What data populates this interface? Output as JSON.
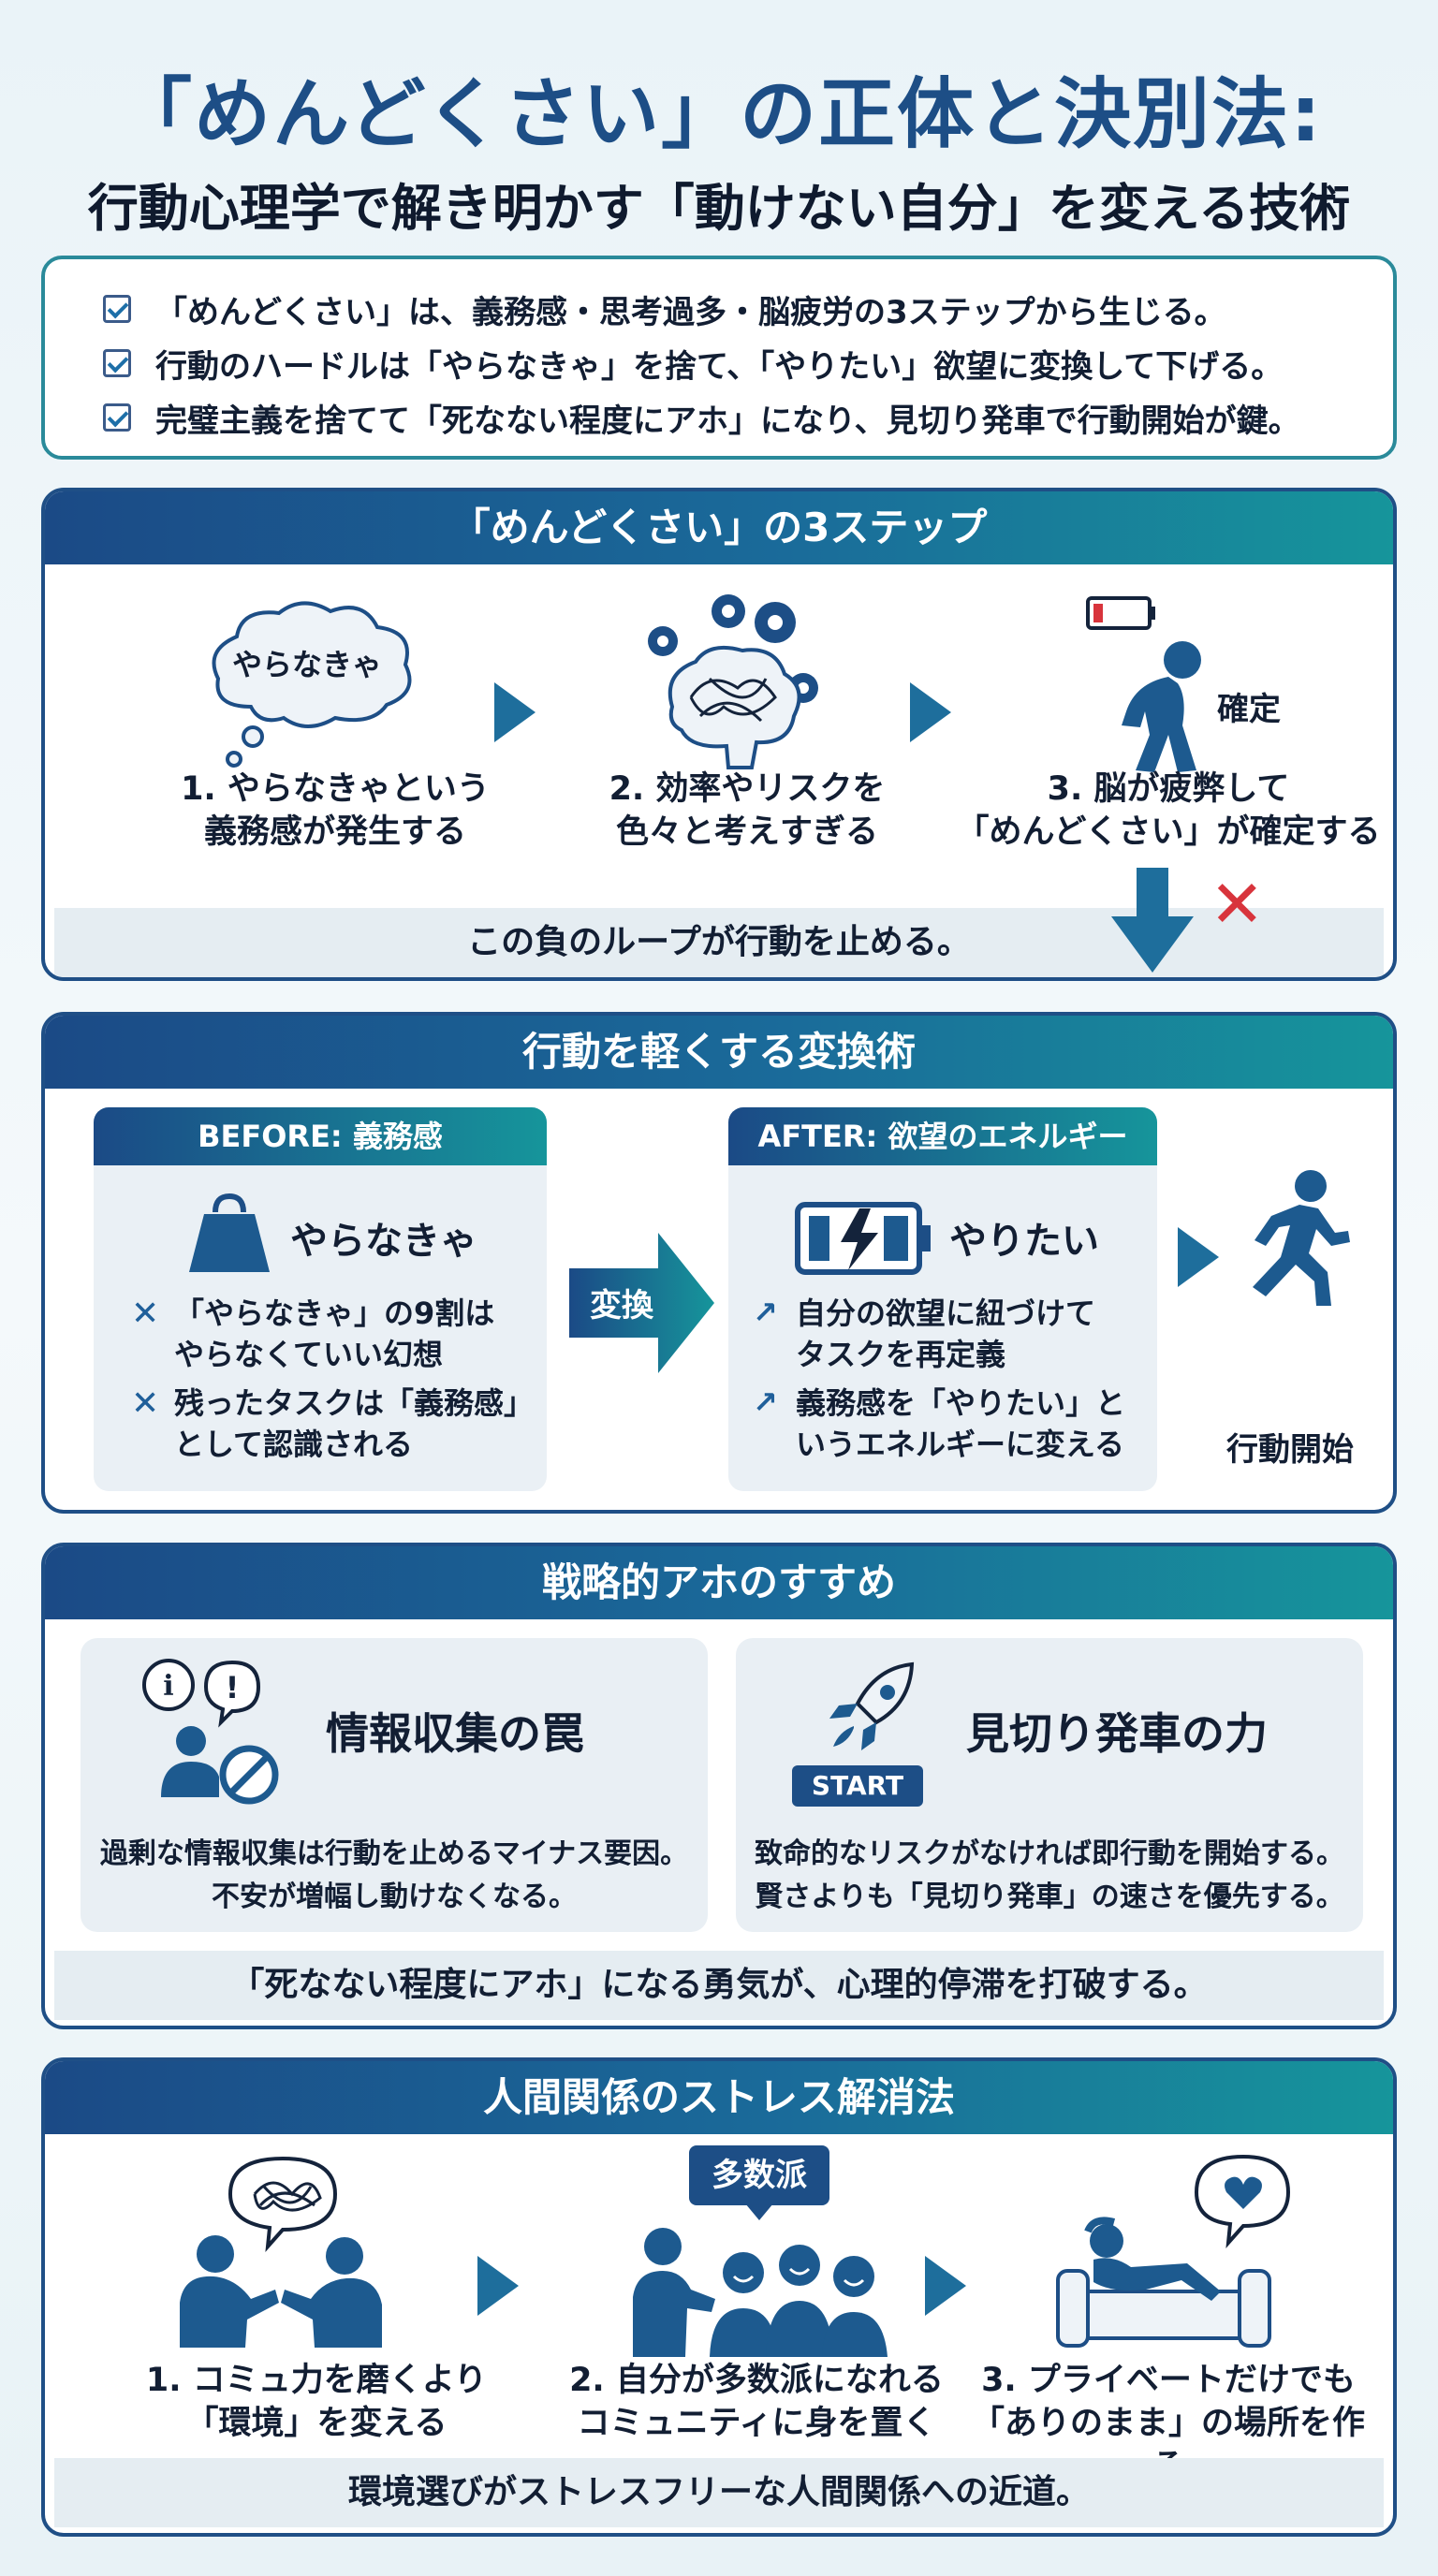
{
  "title": "「めんどくさい」の正体と決別法:",
  "subtitle": "行動心理学で解き明かす「動けない自分」を変える技術",
  "summary": [
    "「めんどくさい」は、義務感・思考過多・脳疲労の3ステップから生じる。",
    "行動のハードルは「やらなきゃ」を捨て、「やりたい」欲望に変換して下げる。",
    "完璧主義を捨てて「死なない程度にアホ」になり、見切り発車で行動開始が鍵。"
  ],
  "steps": {
    "header": "「めんどくさい」の3ステップ",
    "bubble": "やらなきゃ",
    "confirm": "確定",
    "step1": [
      "1. やらなきゃという",
      "義務感が発生する"
    ],
    "step2": [
      "2. 効率やリスクを",
      "色々と考えすぎる"
    ],
    "step3": [
      "3. 脳が疲弊して",
      "「めんどくさい」が確定する"
    ],
    "footer": "この負のループが行動を止める。"
  },
  "convert": {
    "header": "行動を軽くする変換術",
    "before_head": "BEFORE: 義務感",
    "before_title": "やらなきゃ",
    "before_points": [
      [
        "「やらなきゃ」の9割は",
        "やらなくていい幻想"
      ],
      [
        "残ったタスクは「義務感」",
        "として認識される"
      ]
    ],
    "arrow": "変換",
    "after_head": "AFTER: 欲望のエネルギー",
    "after_title": "やりたい",
    "after_points": [
      [
        "自分の欲望に紐づけて",
        "タスクを再定義"
      ],
      [
        "義務感を「やりたい」と",
        "いうエネルギーに変える"
      ]
    ],
    "action": "行動開始"
  },
  "aho": {
    "header": "戦略的アホのすすめ",
    "card1_title": "情報収集の罠",
    "card1_text": [
      "過剰な情報収集は行動を止めるマイナス要因。",
      "不安が増幅し動けなくなる。"
    ],
    "card2_title": "見切り発車の力",
    "card2_badge": "START",
    "card2_text": [
      "致命的なリスクがなければ即行動を開始する。",
      "賢さよりも「見切り発車」の速さを優先する。"
    ],
    "footer": "「死なない程度にアホ」になる勇気が、心理的停滞を打破する。"
  },
  "relation": {
    "header": "人間関係のストレス解消法",
    "badge": "多数派",
    "step1": [
      "1. コミュ力を磨くより",
      "「環境」を変える"
    ],
    "step2": [
      "2. 自分が多数派になれる",
      "コミュニティに身を置く"
    ],
    "step3": [
      "3. プライベートだけでも",
      "「ありのまま」の場所を作る"
    ],
    "footer": "環境選びがストレスフリーな人間関係への近道。"
  },
  "colors": {
    "navy": "#1d4e86",
    "teal": "#16959b",
    "red": "#d8343c",
    "panel": "#eaf0f5"
  }
}
